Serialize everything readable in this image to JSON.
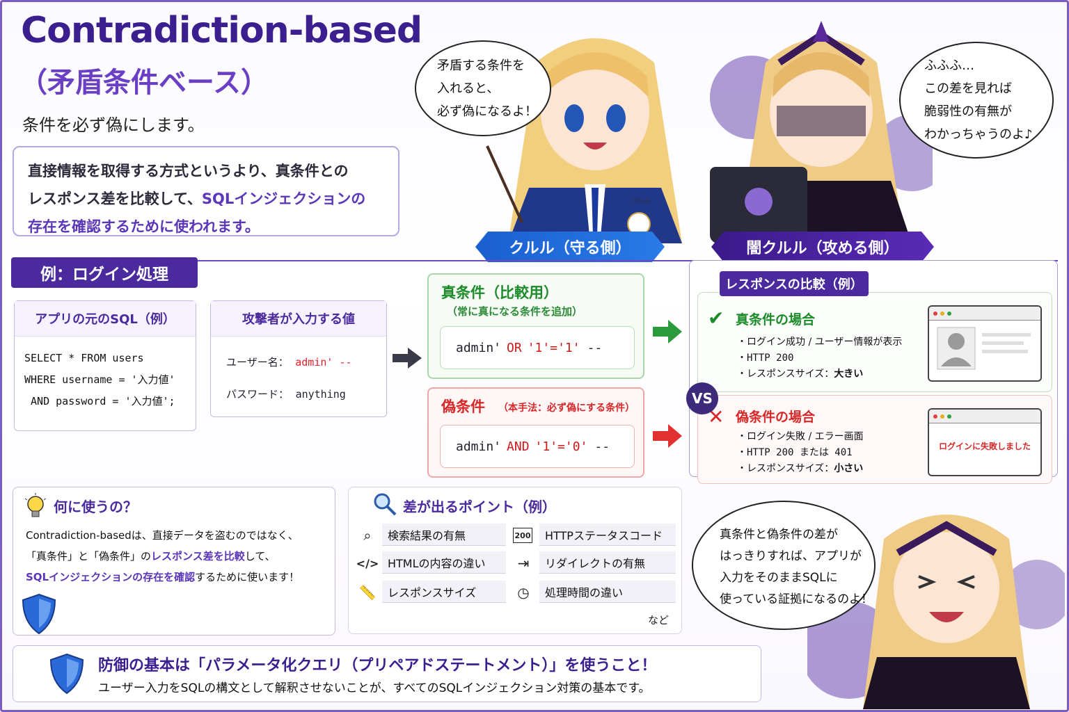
{
  "title": {
    "en": "Contradiction-based",
    "jp": "（矛盾条件ベース）",
    "subtitle": "条件を必ず偽にします。"
  },
  "intro": {
    "line1": "直接情報を取得する方式というより、真条件との",
    "line2_a": "レスポンス差を比較して、",
    "line2_b": "SQLインジェクションの",
    "line3": "存在を確認するために使われます。"
  },
  "bubbles": {
    "kururu": [
      "矛盾する条件を",
      "入れると、",
      "必ず偽になるよ！"
    ],
    "dark_top": [
      "ふふふ…",
      "この差を見れば",
      "脆弱性の有無が",
      "わかっちゃうのよ♪"
    ],
    "dark_bottom": [
      "真条件と偽条件の差が",
      "はっきりすれば、アプリが",
      "入力をそのままSQLに",
      "使っている証拠になるのよ！"
    ]
  },
  "characters": {
    "kururu_label": "クルル（守る側）",
    "dark_label": "闇クルル（攻める側）",
    "badge": "クルル"
  },
  "example": {
    "header": "例：ログイン処理",
    "sql_card": {
      "title": "アプリの元のSQL（例）",
      "lines": [
        "SELECT * FROM users",
        "WHERE username = '入力値'",
        " AND password = '入力値';"
      ]
    },
    "input_card": {
      "title": "攻撃者が入力する値",
      "user_label": "ユーザー名：",
      "user_value": "admin' --",
      "pass_label": "パスワード：",
      "pass_value": "anything"
    },
    "true_cond": {
      "title": "真条件（比較用）",
      "sub": "（常に真になる条件を追加）",
      "code_a": "admin'",
      "code_kw": "OR",
      "code_str": "'1'='1'",
      "code_end": "--"
    },
    "false_cond": {
      "title": "偽条件",
      "sub": "（本手法：必ず偽にする条件）",
      "code_a": "admin'",
      "code_kw": "AND",
      "code_str": "'1'='0'",
      "code_end": "--"
    }
  },
  "response": {
    "title": "レスポンスの比較（例）",
    "true_case": {
      "title": "真条件の場合",
      "items": [
        "・ログイン成功 / ユーザー情報が表示",
        "・HTTP 200",
        "・レスポンスサイズ："
      ],
      "size_value": "大きい"
    },
    "false_case": {
      "title": "偽条件の場合",
      "items": [
        "・ログイン失敗 / エラー画面",
        "・HTTP 200 または 401",
        "・レスポンスサイズ："
      ],
      "size_value": "小さい",
      "browser_text": "ログインに失敗しました"
    },
    "vs": "VS"
  },
  "what_for": {
    "title": "何に使うの？",
    "line1": "Contradiction-basedは、直接データを盗むのではなく、",
    "line2_a": "「真条件」と「偽条件」の",
    "line2_b": "レスポンス差を比較",
    "line2_c": "して、",
    "line3_a": "SQLインジェクションの存在を確認",
    "line3_b": "するために使います！"
  },
  "points": {
    "title": "差が出るポイント（例）",
    "items": [
      "検索結果の有無",
      "HTTPステータスコード",
      "HTMLの内容の違い",
      "リダイレクトの有無",
      "レスポンスサイズ",
      "処理時間の違い"
    ],
    "etc": "など",
    "status_icon_text": "200"
  },
  "defense": {
    "title": "防御の基本は「パラメータ化クエリ（プリペアドステートメント）」を使うこと！",
    "sub": "ユーザー入力をSQLの構文として解釈させないことが、すべてのSQLインジェクション対策の基本です。"
  },
  "colors": {
    "primary_purple": "#4a2a9c",
    "true_green": "#1d8a2a",
    "false_red": "#d62828",
    "kururu_blue": "#1a5fd0"
  }
}
